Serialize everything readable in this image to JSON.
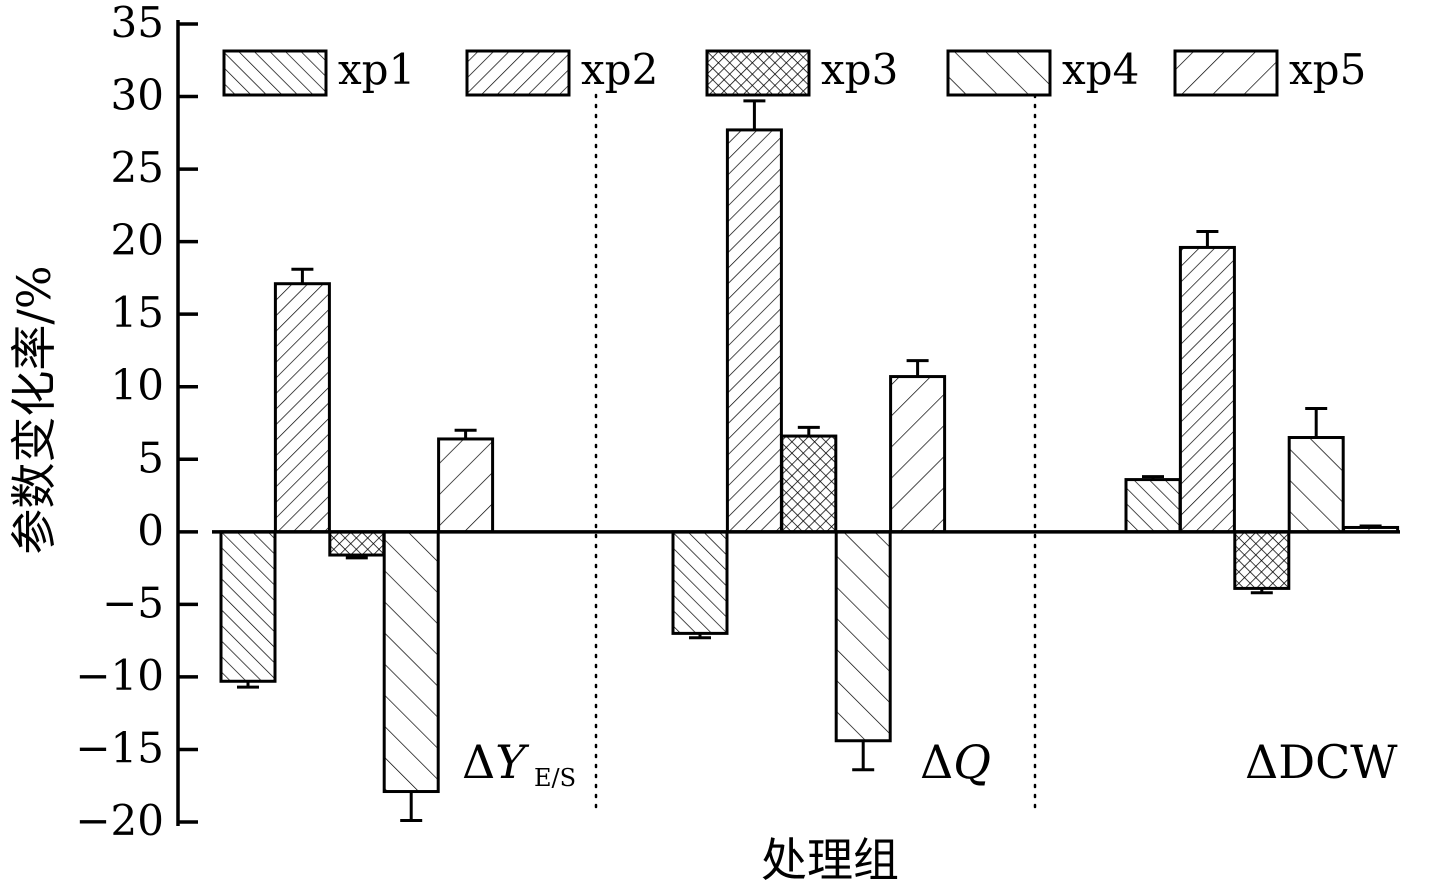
{
  "chart_data": {
    "type": "bar",
    "title": "",
    "xlabel": "处理组",
    "ylabel": "参数变化率/%",
    "ylim": [
      -20,
      35
    ],
    "yticks": [
      35,
      30,
      25,
      20,
      15,
      10,
      5,
      0,
      -5,
      -10,
      -15,
      -20
    ],
    "grid": false,
    "legend_position": "top",
    "categories": [
      {
        "main": "ΔY",
        "sub": "E/S"
      },
      {
        "main": "ΔQ",
        "sub": ""
      },
      {
        "main": "ΔDCW",
        "sub": ""
      }
    ],
    "series": [
      {
        "name": "xp1",
        "pattern": "dense-diagonal",
        "values": [
          -10.3,
          -7.0,
          3.6
        ],
        "errors": [
          0.4,
          0.3,
          0.2
        ]
      },
      {
        "name": "xp2",
        "pattern": "backslash",
        "values": [
          17.1,
          27.7,
          19.6
        ],
        "errors": [
          1.0,
          2.0,
          1.1
        ]
      },
      {
        "name": "xp3",
        "pattern": "crosshatch",
        "values": [
          -1.6,
          6.6,
          -3.9
        ],
        "errors": [
          0.2,
          0.6,
          0.3
        ]
      },
      {
        "name": "xp4",
        "pattern": "wide-diagonal",
        "values": [
          -17.9,
          -14.4,
          6.5
        ],
        "errors": [
          2.0,
          2.0,
          2.0
        ]
      },
      {
        "name": "xp5",
        "pattern": "wide-backslash",
        "values": [
          6.4,
          10.7,
          0.3
        ],
        "errors": [
          0.6,
          1.1,
          0.1
        ]
      }
    ],
    "colors": {
      "ink": "#000000",
      "fill": "#ffffff"
    }
  }
}
